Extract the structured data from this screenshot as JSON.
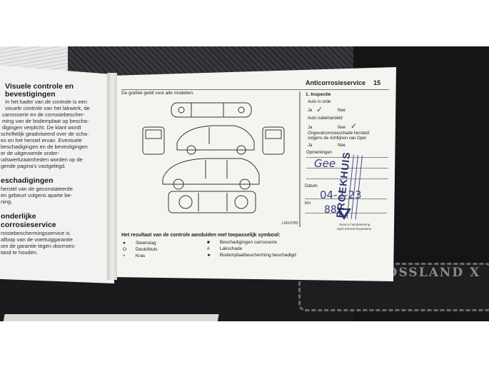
{
  "left_page": {
    "heading1_line1": "Visuele controle en",
    "heading1_line2": "bevestigingen",
    "para1": [
      "In het kader van de controle is een",
      "visuele controle van het lakwerk, de",
      "carrosserie en de corrosiebescher-",
      "ming van de bodemplaat op bescha-",
      "digingen verplicht. De klant wordt",
      "schriftelijk geadviseerd over de scha-",
      "es en het herstel ervan. Eventuele",
      "beschadigingen en de bevestigingen",
      "er de uitgevoerde onder-",
      "udswerkzaamheden worden op de",
      "gende pagina's vastgelegd."
    ],
    "heading2": "eschadigingen",
    "para2": [
      "herstel van de geconstateerde",
      "en gebeurt volgens aparte be-",
      "ning."
    ],
    "heading3_line1": "onderlijke",
    "heading3_line2": "corrosieservice",
    "para3": [
      "rrosiebeschermingsservice is",
      "afloop van de voertuiggarantie",
      "om de garantie tegen doorroes-",
      "tand te houden."
    ]
  },
  "right_page": {
    "header_title": "Anticorrosieservice",
    "page_number": "15",
    "graphic_note": "De grafiek geldt voor alle modellen.",
    "drawing_code": "L0010783",
    "inspection": {
      "title": "1. Inspectie",
      "auto_in_orde": "Auto in orde",
      "ja": "Ja",
      "nee": "Nee",
      "auto_nabehandeld": "Auto nabehandeld",
      "damage_line1": "Ongevalcorrosieschade hersteld",
      "damage_line2": "volgens de richtlijnen van Opel",
      "opmerkingen": "Opmerkingen",
      "datum": "Datum",
      "km": "km",
      "handwritten_remark": "Gee",
      "handwritten_date": "04-2-23",
      "handwritten_km": "88"
    },
    "legend": {
      "title": "Het resultaat van de controle aanduiden met toepasselijk symbool:",
      "items": [
        {
          "symbol": "●",
          "label": "Steenslag"
        },
        {
          "symbol": "O",
          "label": "Deuk/bluts"
        },
        {
          "symbol": "+",
          "label": "Kras"
        },
        {
          "symbol": "■",
          "label": "Beschadigingen carrosserie"
        },
        {
          "symbol": "#",
          "label": "Lakschade"
        },
        {
          "symbol": "►",
          "label": "Bodemplaatbescherming beschadigd"
        }
      ]
    },
    "stamp": {
      "brand": "BROEKHUIS",
      "tagline_line1": "Service handtekening",
      "tagline_line2": "Opel Erkend Reparateur"
    }
  },
  "floor_mat": {
    "logo": "CROSSLAND X"
  }
}
